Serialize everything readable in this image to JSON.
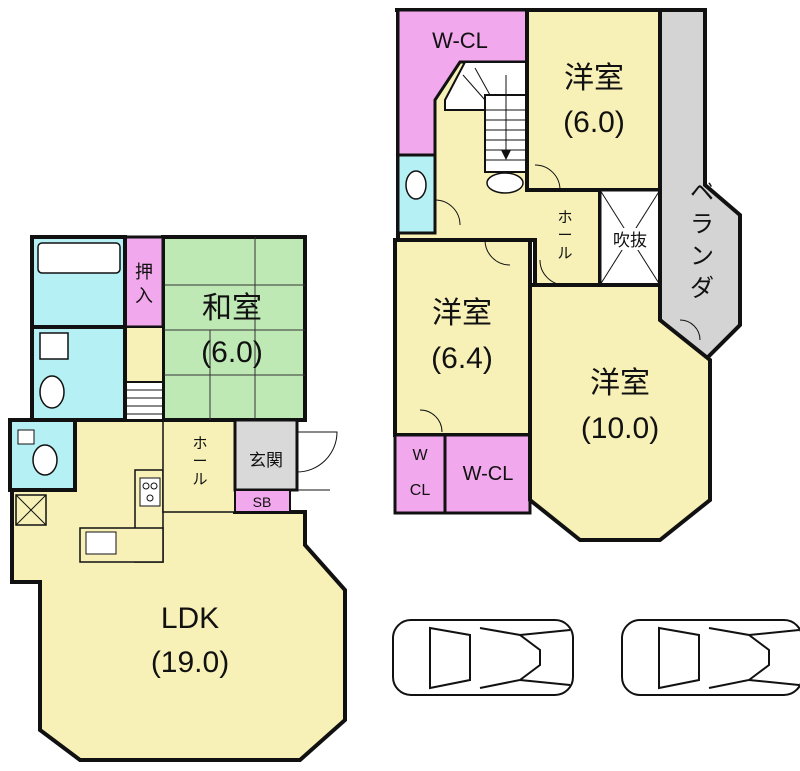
{
  "colors": {
    "wall": "#111111",
    "ldk": "#f7f1b8",
    "hall": "#f7f1b8",
    "youshitsu": "#f7f1b8",
    "washitsu": "#bfe9b4",
    "closet": "#f2a8ec",
    "wet": "#b5f0f4",
    "genkan": "#d9d9d9",
    "veranda": "#d4d4d4",
    "stair": "#ffffff"
  },
  "floor1": {
    "ldk": {
      "name": "LDK",
      "size": "(19.0)"
    },
    "washitsu": {
      "name": "和室",
      "size": "(6.0)"
    },
    "oshiire": {
      "line1": "押",
      "line2": "入"
    },
    "hall": {
      "line1": "ホ",
      "line2": "ー",
      "line3": "ル"
    },
    "genkan": {
      "name": "玄関"
    },
    "sb": {
      "name": "SB"
    }
  },
  "floor2": {
    "wcl_top": {
      "name": "W-CL"
    },
    "room_6_0": {
      "name": "洋室",
      "size": "(6.0)"
    },
    "room_6_4": {
      "name": "洋室",
      "size": "(6.4)"
    },
    "room_10_0": {
      "name": "洋室",
      "size": "(10.0)"
    },
    "hall": {
      "line1": "ホ",
      "line2": "ー",
      "line3": "ル"
    },
    "fukinuke": {
      "name": "吹抜"
    },
    "veranda": {
      "c1": "ベ",
      "c2": "ラ",
      "c3": "ン",
      "c4": "ダ"
    },
    "wcl_small": {
      "line1": "W",
      "line2": "CL"
    },
    "wcl_bottom": {
      "name": "W-CL"
    }
  },
  "parking": {
    "car_count": 2
  }
}
